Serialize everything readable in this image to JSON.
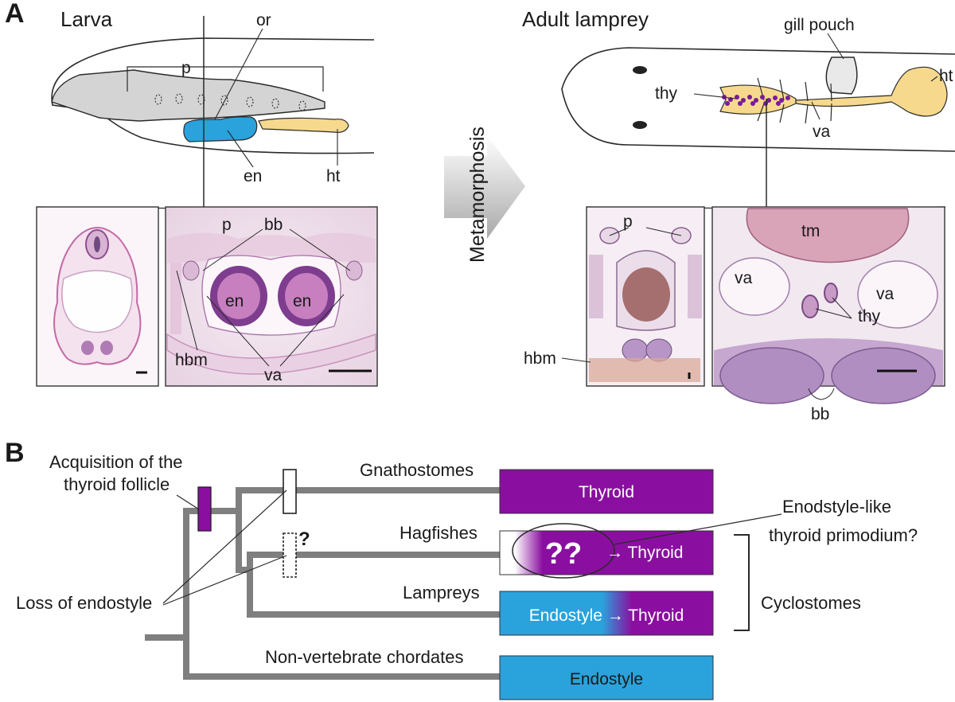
{
  "panel_a": {
    "letter": "A",
    "larva": {
      "title": "Larva",
      "labels": {
        "or": "or",
        "p": "p",
        "en": "en",
        "ht": "ht"
      },
      "histology": {
        "p": "p",
        "bb": "bb",
        "en_left": "en",
        "en_right": "en",
        "hbm": "hbm",
        "va": "va"
      }
    },
    "metamorphosis_label": "Metamorphosis",
    "adult": {
      "title": "Adult lamprey",
      "labels": {
        "gill_pouch": "gill pouch",
        "ht": "ht",
        "thy": "thy",
        "va": "va"
      },
      "histology": {
        "p": "p",
        "tm": "tm",
        "va_left": "va",
        "va_right": "va",
        "thy": "thy",
        "hbm": "hbm",
        "bb": "bb"
      }
    }
  },
  "panel_b": {
    "letter": "B",
    "acquisition_label_line1": "Acquisition of the",
    "acquisition_label_line2": "thyroid follicle",
    "loss_label": "Loss of endostyle",
    "question_mark": "?",
    "taxa": {
      "gnathostomes": "Gnathostomes",
      "hagfishes": "Hagfishes",
      "lampreys": "Lampreys",
      "non_vertebrate": "Non-vertebrate chordates"
    },
    "boxes": {
      "gnathostomes": "Thyroid",
      "hagfish_marks": "??",
      "hagfish_arrow": "→ Thyroid",
      "lamprey": "Endostyle → Thyroid",
      "non_vertebrate": "Endostyle"
    },
    "annotation_line1": "Enodstyle-like",
    "annotation_line2": "thyroid primodium?",
    "cyclostomes": "Cyclostomes",
    "colors": {
      "thyroid": "#8a0fa0",
      "endostyle": "#2aa2dc",
      "tree": "#7f7f7f",
      "ht_yellow": "#f6d98c",
      "pharynx_gray": "#d4d4d4",
      "histo_pink": "#efd8e8"
    }
  }
}
